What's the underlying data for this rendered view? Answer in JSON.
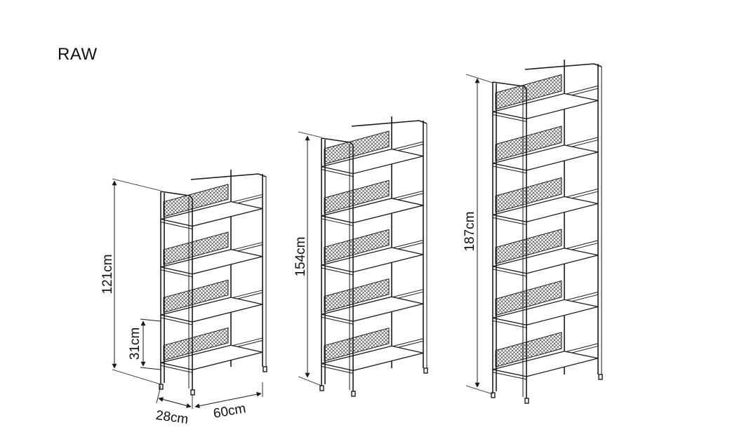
{
  "title": "RAW",
  "units": [
    {
      "id": "small",
      "height_label": "121cm",
      "shelf_gap_label": "31cm",
      "depth_label": "28cm",
      "width_label": "60cm"
    },
    {
      "id": "medium",
      "height_label": "154cm"
    },
    {
      "id": "large",
      "height_label": "187cm"
    }
  ]
}
